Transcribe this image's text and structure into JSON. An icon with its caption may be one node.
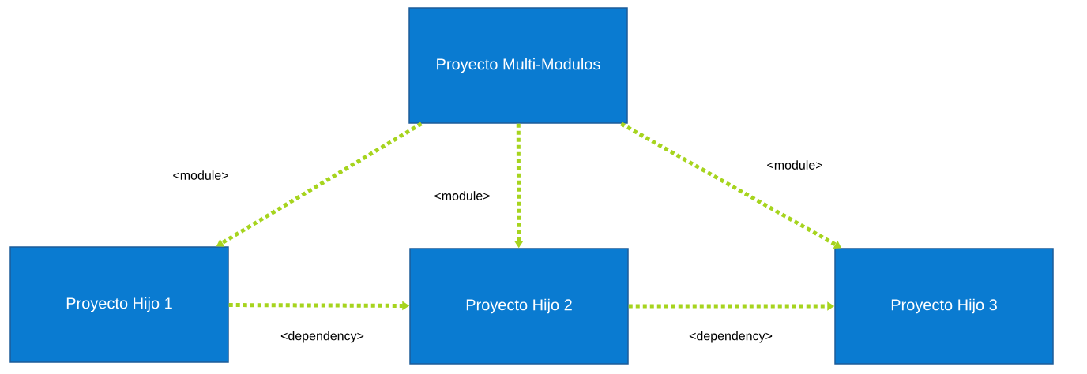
{
  "diagram": {
    "nodes": [
      {
        "text": [
          "Proyecto Multi-Modulos"
        ]
      },
      {
        "text": [
          "Proyecto Hijo 1"
        ]
      },
      {
        "text": [
          "Proyecto Hijo 2"
        ]
      },
      {
        "text": [
          "Proyecto Hijo 3"
        ]
      }
    ],
    "edges": [
      {
        "from": 0,
        "to": 1,
        "arrow": "to",
        "label": "<module>"
      },
      {
        "from": 0,
        "to": 2,
        "arrow": "to",
        "label": "<module>"
      },
      {
        "from": 0,
        "to": 3,
        "arrow": "to",
        "label": "<module>"
      },
      {
        "from": 1,
        "to": 2,
        "arrow": "to",
        "label": "<dependency>"
      },
      {
        "from": 2,
        "to": 3,
        "arrow": "to",
        "label": "<dependency>"
      }
    ]
  }
}
